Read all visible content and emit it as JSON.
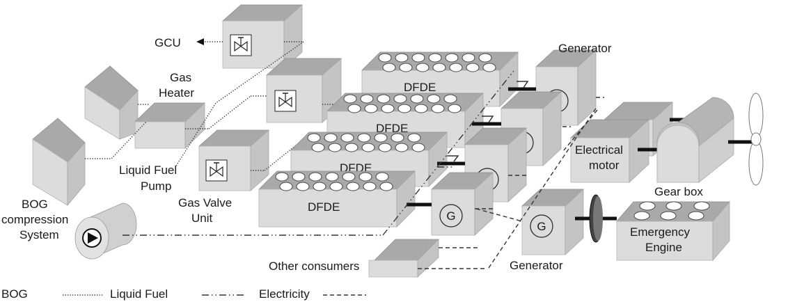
{
  "labels": {
    "gcu": "GCU",
    "gas_heater_1": "Gas",
    "gas_heater_2": "Heater",
    "liquid_fuel_pump_1": "Liquid Fuel",
    "liquid_fuel_pump_2": "Pump",
    "bog_system_1": "BOG",
    "bog_system_2": "compression",
    "bog_system_3": "System",
    "gas_valve_unit_1": "Gas Valve",
    "gas_valve_unit_2": "Unit",
    "dfde": "DFDE",
    "generator_top": "Generator",
    "generator_bottom": "Generator",
    "generator_symbol": "G",
    "electrical_motor_1": "Electrical",
    "electrical_motor_2": "motor",
    "gear_box": "Gear box",
    "emergency_engine_1": "Emergency",
    "emergency_engine_2": "Engine",
    "other_consumers": "Other consumers"
  },
  "legend": {
    "bog": "BOG",
    "liquid_fuel": "Liquid Fuel",
    "electricity": "Electricity"
  },
  "engines": [
    {
      "label": "DFDE"
    },
    {
      "label": "DFDE"
    },
    {
      "label": "DFDE"
    },
    {
      "label": "DFDE"
    }
  ]
}
